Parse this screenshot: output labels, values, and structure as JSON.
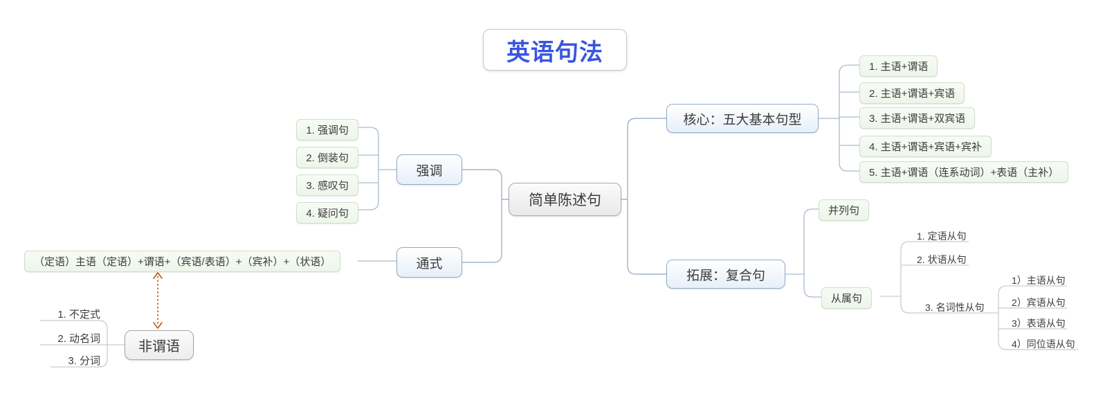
{
  "title": "英语句法",
  "root": {
    "label": "简单陈述句"
  },
  "branches": {
    "emphasis": {
      "label": "强调",
      "children": [
        "1. 强调句",
        "2. 倒装句",
        "3. 感叹句",
        "4. 疑问句"
      ]
    },
    "general_form": {
      "label": "通式",
      "formula": "（定语）主语（定语）+谓语+（宾语/表语）+（宾补）+（状语）"
    },
    "core": {
      "label": "核心：五大基本句型",
      "children": [
        "1. 主语+谓语",
        "2. 主语+谓语+宾语",
        "3. 主语+谓语+双宾语",
        "4. 主语+谓语+宾语+宾补",
        "5. 主语+谓语（连系动词）+表语（主补）"
      ]
    },
    "expansion": {
      "label": "拓展：复合句",
      "coordinate": {
        "label": "并列句"
      },
      "subordinate": {
        "label": "从属句",
        "children": [
          "1. 定语从句",
          "2. 状语从句",
          "3. 名词性从句"
        ],
        "noun_clauses": [
          "1）主语从句",
          "2）宾语从句",
          "3）表语从句",
          "4）同位语从句"
        ]
      }
    },
    "non_finite": {
      "label": "非谓语",
      "children": [
        "1. 不定式",
        "2. 动名词",
        "3. 分词"
      ]
    }
  },
  "colors": {
    "title_text": "#3955e0",
    "blue_node_border": "#94abc9",
    "green_node_bg": "#f2f8ef",
    "green_node_border": "#cfdeca",
    "connector_primary": "#9fb3cc",
    "connector_secondary": "#c5ccd3",
    "relationship_arrow": "#c45911"
  }
}
